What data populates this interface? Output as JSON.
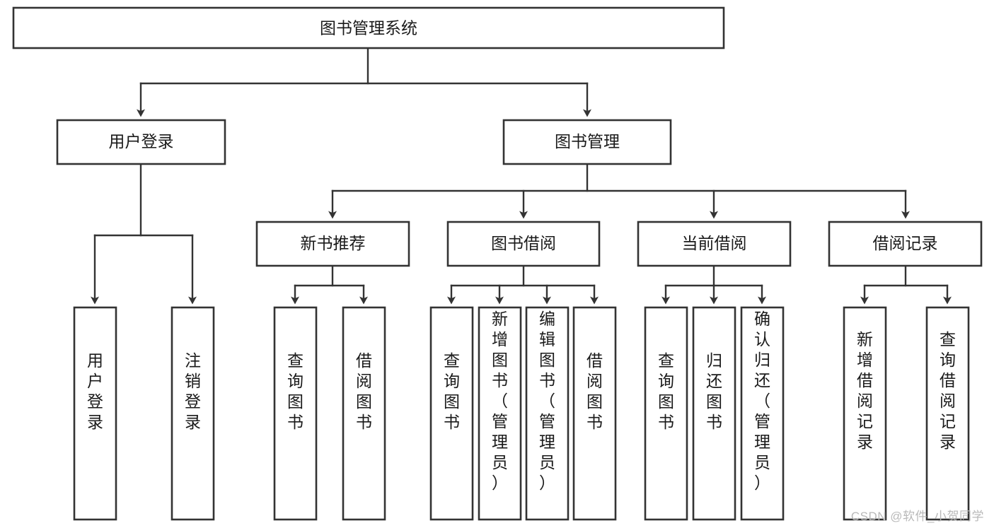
{
  "diagram": {
    "type": "tree-hierarchy-chart",
    "title": "图书管理系统",
    "watermark": "CSDN @软件_小贺同学",
    "colors": {
      "box_stroke": "#333333",
      "box_fill": "#ffffff",
      "connector": "#333333",
      "text": "#1a1a1a",
      "watermark": "#b9b9b9",
      "background": "#ffffff"
    },
    "root": {
      "id": "root",
      "label": "图书管理系统",
      "orientation": "horizontal"
    },
    "level2": [
      {
        "id": "user-login",
        "label": "用户登录",
        "orientation": "horizontal"
      },
      {
        "id": "book-management",
        "label": "图书管理",
        "orientation": "horizontal"
      }
    ],
    "level3": [
      {
        "id": "new-book-recommend",
        "label": "新书推荐",
        "orientation": "horizontal",
        "parent": "book-management"
      },
      {
        "id": "book-borrow",
        "label": "图书借阅",
        "orientation": "horizontal",
        "parent": "book-management"
      },
      {
        "id": "current-borrow",
        "label": "当前借阅",
        "orientation": "horizontal",
        "parent": "book-management"
      },
      {
        "id": "borrow-record",
        "label": "借阅记录",
        "orientation": "horizontal",
        "parent": "book-management"
      }
    ],
    "leaves": [
      {
        "id": "leaf-user-login",
        "label": "用户登录",
        "orientation": "vertical",
        "parent": "user-login"
      },
      {
        "id": "leaf-logout-login",
        "label": "注销登录",
        "orientation": "vertical",
        "parent": "user-login"
      },
      {
        "id": "leaf-query-book-1",
        "label": "查询图书",
        "orientation": "vertical",
        "parent": "new-book-recommend"
      },
      {
        "id": "leaf-borrow-book-1",
        "label": "借阅图书",
        "orientation": "vertical",
        "parent": "new-book-recommend"
      },
      {
        "id": "leaf-query-book-2",
        "label": "查询图书",
        "orientation": "vertical",
        "parent": "book-borrow"
      },
      {
        "id": "leaf-add-book",
        "label": "新增图书（管理员）",
        "orientation": "vertical",
        "parent": "book-borrow"
      },
      {
        "id": "leaf-edit-book",
        "label": "编辑图书（管理员）",
        "orientation": "vertical",
        "parent": "book-borrow"
      },
      {
        "id": "leaf-borrow-book-2",
        "label": "借阅图书",
        "orientation": "vertical",
        "parent": "book-borrow"
      },
      {
        "id": "leaf-query-book-3",
        "label": "查询图书",
        "orientation": "vertical",
        "parent": "current-borrow"
      },
      {
        "id": "leaf-return-book",
        "label": "归还图书",
        "orientation": "vertical",
        "parent": "current-borrow"
      },
      {
        "id": "leaf-confirm-return",
        "label": "确认归还（管理员）",
        "orientation": "vertical",
        "parent": "current-borrow"
      },
      {
        "id": "leaf-add-record",
        "label": "新增借阅记录",
        "orientation": "vertical",
        "parent": "borrow-record"
      },
      {
        "id": "leaf-query-record",
        "label": "查询借阅记录",
        "orientation": "vertical",
        "parent": "borrow-record"
      }
    ]
  }
}
